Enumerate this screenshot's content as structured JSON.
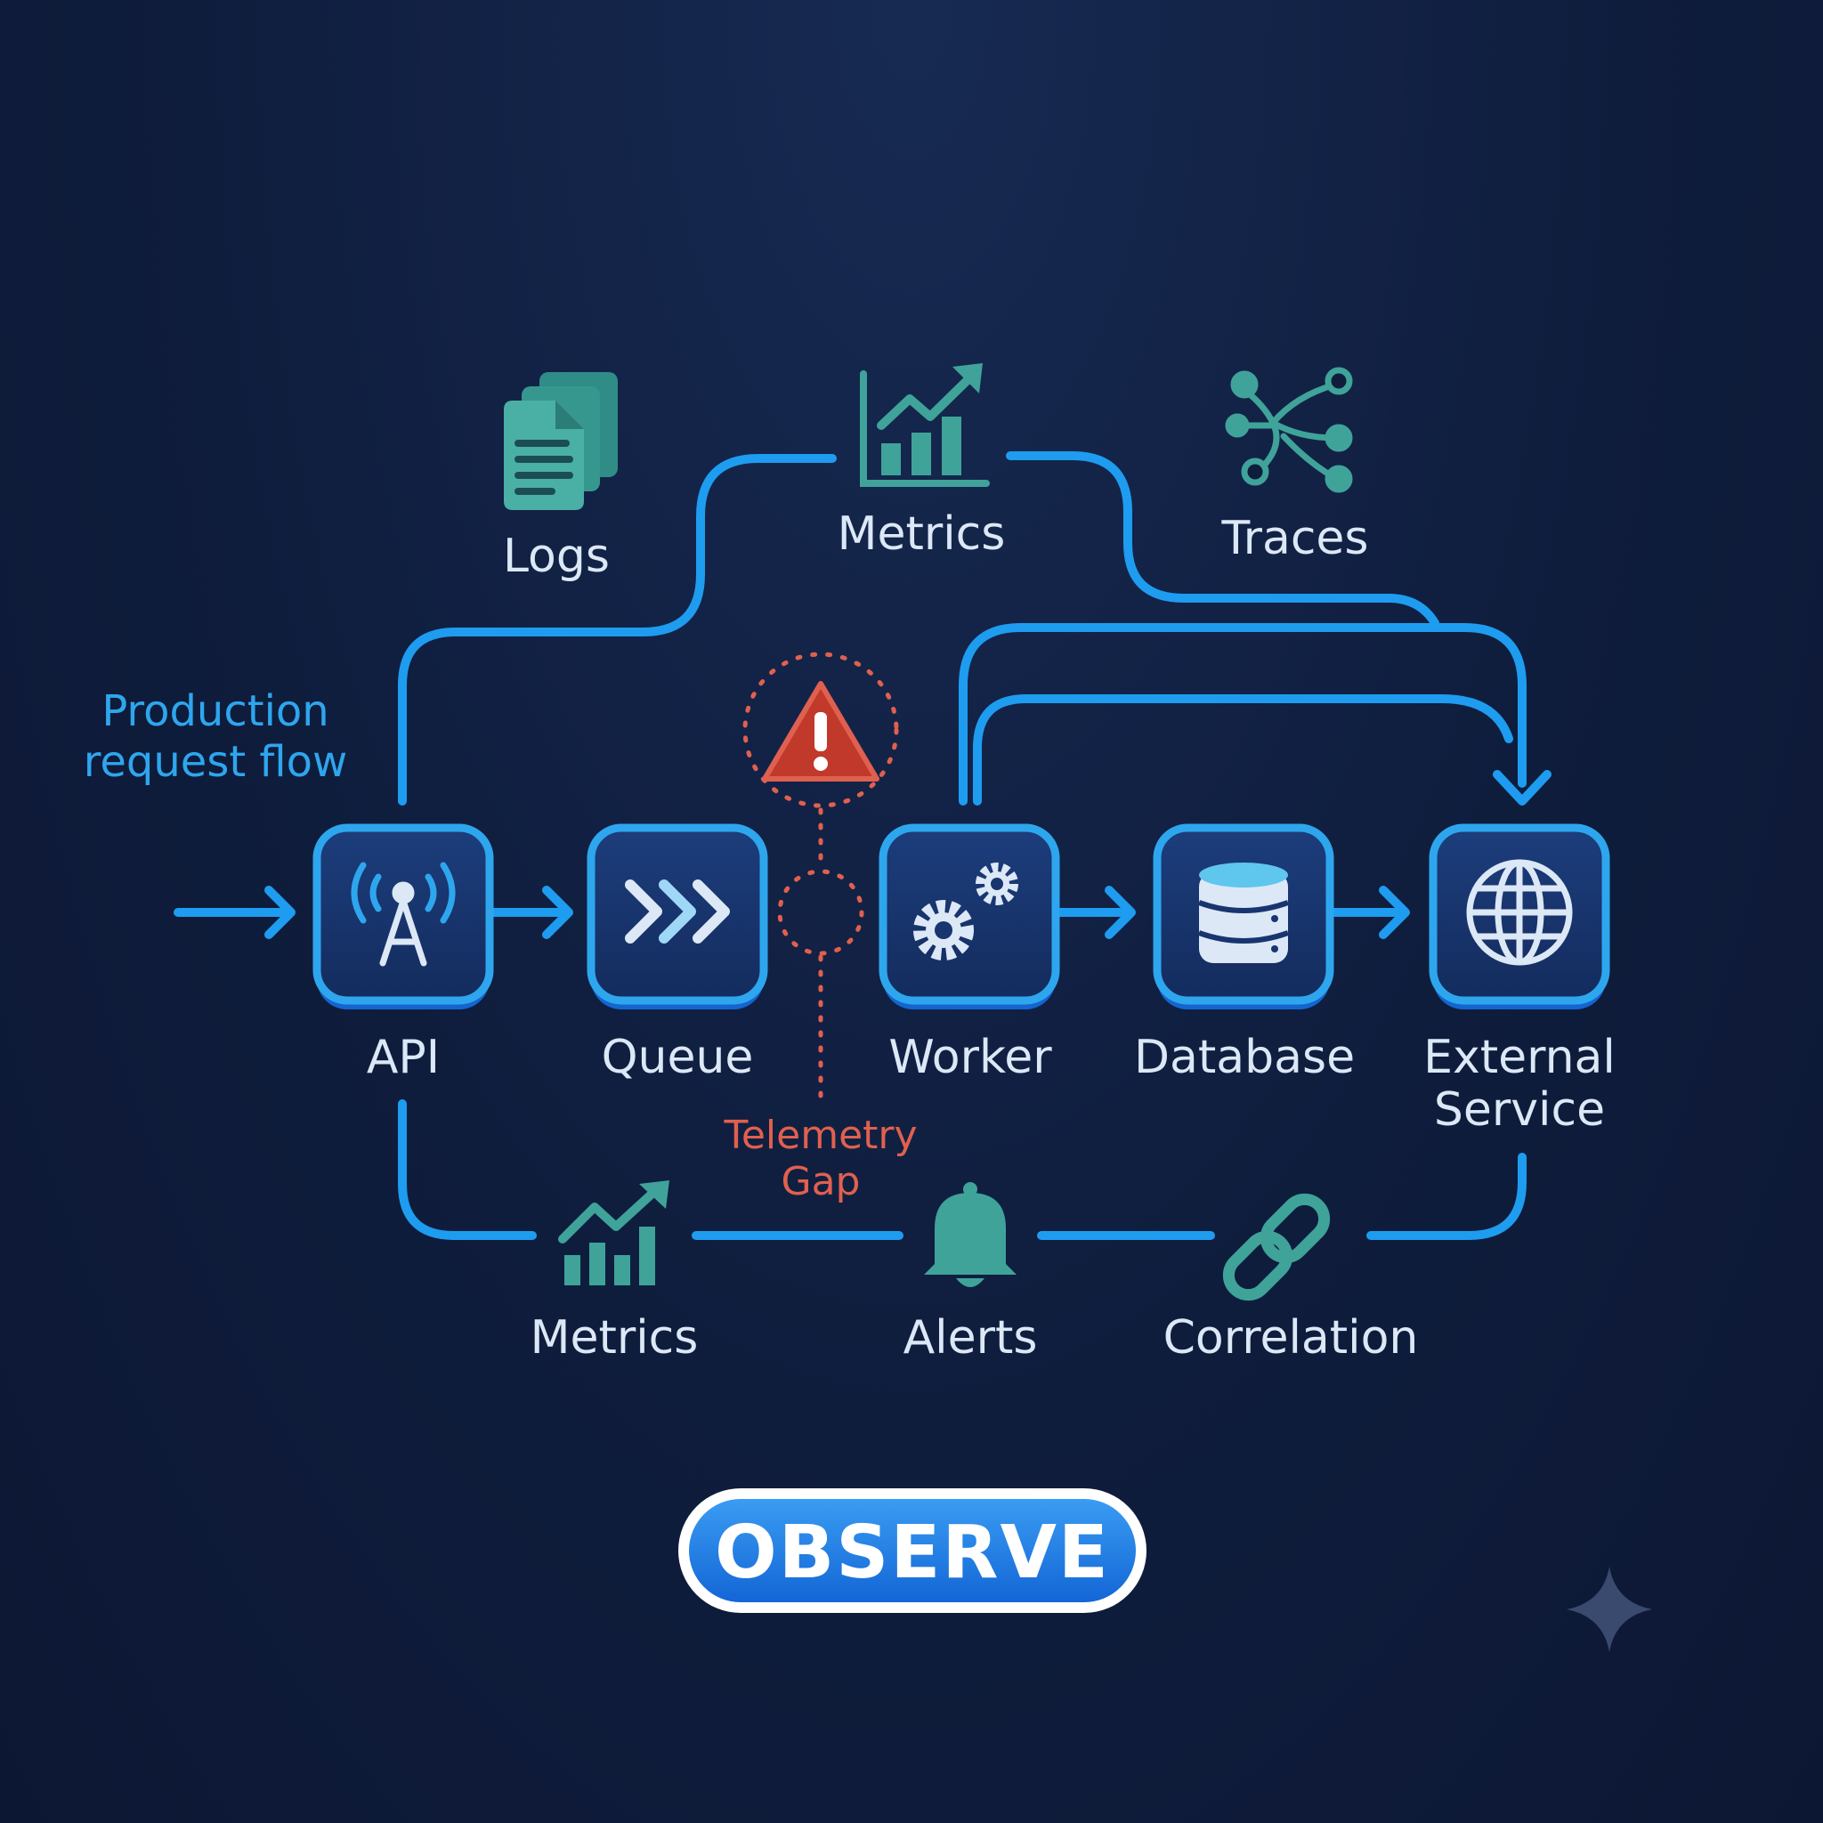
{
  "colors": {
    "background": "#0f1d3d",
    "flow_line": "#1e9cf0",
    "node_fill": "#18356f",
    "node_border": "#2ea6ee",
    "signal_icon": "#3fa39a",
    "alert": "#e0604f",
    "label": "#dce8f6"
  },
  "flow_label": {
    "line1": "Production",
    "line2": "request flow"
  },
  "nodes": [
    {
      "label": "API",
      "icon": "antenna-icon"
    },
    {
      "label": "Queue",
      "icon": "chevrons-icon"
    },
    {
      "label": "Worker",
      "icon": "gears-icon"
    },
    {
      "label": "Database",
      "icon": "database-icon"
    },
    {
      "label_line1": "External",
      "label_line2": "Service",
      "icon": "globe-icon"
    }
  ],
  "top_signals": [
    {
      "label": "Logs",
      "icon": "logs-icon"
    },
    {
      "label": "Metrics",
      "icon": "metrics-chart-icon"
    },
    {
      "label": "Traces",
      "icon": "traces-icon"
    }
  ],
  "bottom_signals": [
    {
      "label": "Metrics",
      "icon": "metrics-chart-icon"
    },
    {
      "label": "Alerts",
      "icon": "bell-icon"
    },
    {
      "label": "Correlation",
      "icon": "link-icon"
    }
  ],
  "telemetry_gap": {
    "line1": "Telemetry",
    "line2": "Gap",
    "icon": "warning-triangle-icon"
  },
  "action_button": {
    "label": "OBSERVE"
  }
}
